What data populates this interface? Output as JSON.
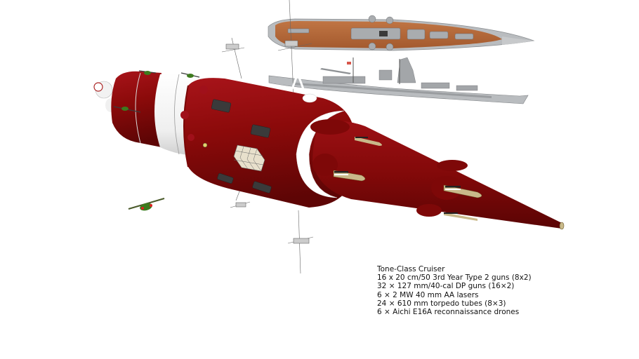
{
  "caption": {
    "title": "Tone-Class Cruiser",
    "lines": [
      "16 x 20 cm/50 3rd Year Type 2 guns (8x2)",
      "32 × 127 mm/40-cal DP guns (16×2)",
      "6 × 2 MW 40 mm AA lasers",
      "24 × 610 mm torpedo tubes (8×3)",
      "6 × Aichi E16A reconnaissance drones"
    ]
  },
  "colors": {
    "hull_red": "#8b0a0a",
    "hull_red_dark": "#5e0505",
    "hull_red_light": "#a8141a",
    "band_white": "#f4f4f4",
    "deck_wood": "#b5683a",
    "ship_gray": "#b9bcbf",
    "drone_green": "#3d7a1e",
    "torpedo_tan": "#c9b98a",
    "panel_cream": "#e8e0cc",
    "turret_dark": "#3a3a3a",
    "background": "#ffffff"
  }
}
